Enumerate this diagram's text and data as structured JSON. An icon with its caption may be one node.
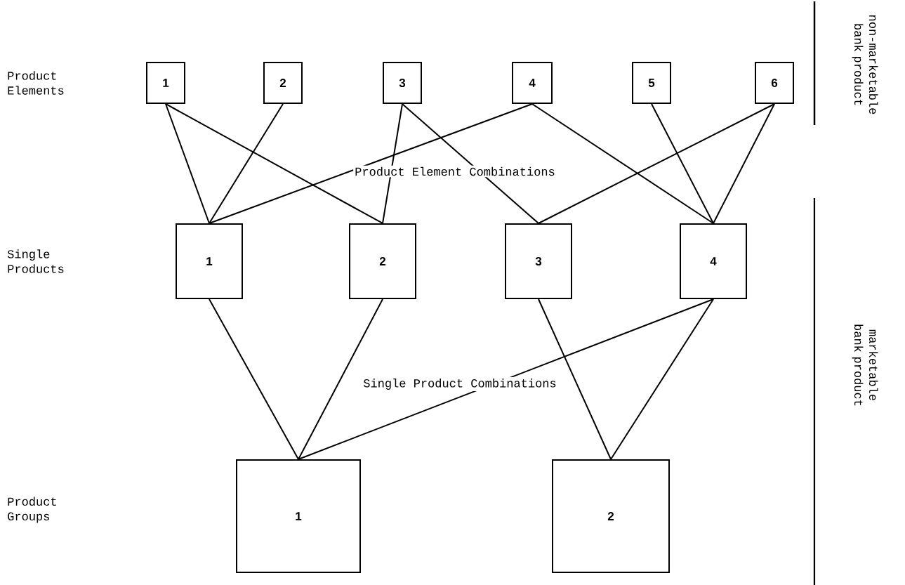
{
  "diagram": {
    "nodes": [
      {
        "text": [
          "1"
        ]
      },
      {
        "text": [
          "2"
        ]
      },
      {
        "text": [
          "3"
        ]
      },
      {
        "text": [
          "4"
        ]
      },
      {
        "text": [
          "5"
        ]
      },
      {
        "text": [
          "6"
        ]
      },
      {
        "text": [
          "1"
        ]
      },
      {
        "text": [
          "2"
        ]
      },
      {
        "text": [
          "3"
        ]
      },
      {
        "text": [
          "4"
        ]
      },
      {
        "text": [
          "1"
        ]
      },
      {
        "text": [
          "2"
        ]
      }
    ],
    "edges": [
      {
        "from": 0,
        "to": 6,
        "arrow": "none"
      },
      {
        "from": 0,
        "to": 7,
        "arrow": "none"
      },
      {
        "from": 1,
        "to": 6,
        "arrow": "none"
      },
      {
        "from": 2,
        "to": 7,
        "arrow": "none"
      },
      {
        "from": 2,
        "to": 8,
        "arrow": "none"
      },
      {
        "from": 3,
        "to": 6,
        "arrow": "none"
      },
      {
        "from": 3,
        "to": 9,
        "arrow": "none"
      },
      {
        "from": 4,
        "to": 9,
        "arrow": "none"
      },
      {
        "from": 5,
        "to": 8,
        "arrow": "none"
      },
      {
        "from": 5,
        "to": 9,
        "arrow": "none"
      },
      {
        "from": 6,
        "to": 10,
        "arrow": "none"
      },
      {
        "from": 7,
        "to": 10,
        "arrow": "none"
      },
      {
        "from": 9,
        "to": 10,
        "arrow": "none"
      },
      {
        "from": 8,
        "to": 11,
        "arrow": "none"
      },
      {
        "from": 9,
        "to": 11,
        "arrow": "none"
      }
    ],
    "labels": [
      "Product Elements",
      "non-marketable bank product",
      "Product Element Combinations",
      "Single Products",
      "Single Product Combinations",
      "marketable bank product",
      "Product Groups"
    ]
  }
}
